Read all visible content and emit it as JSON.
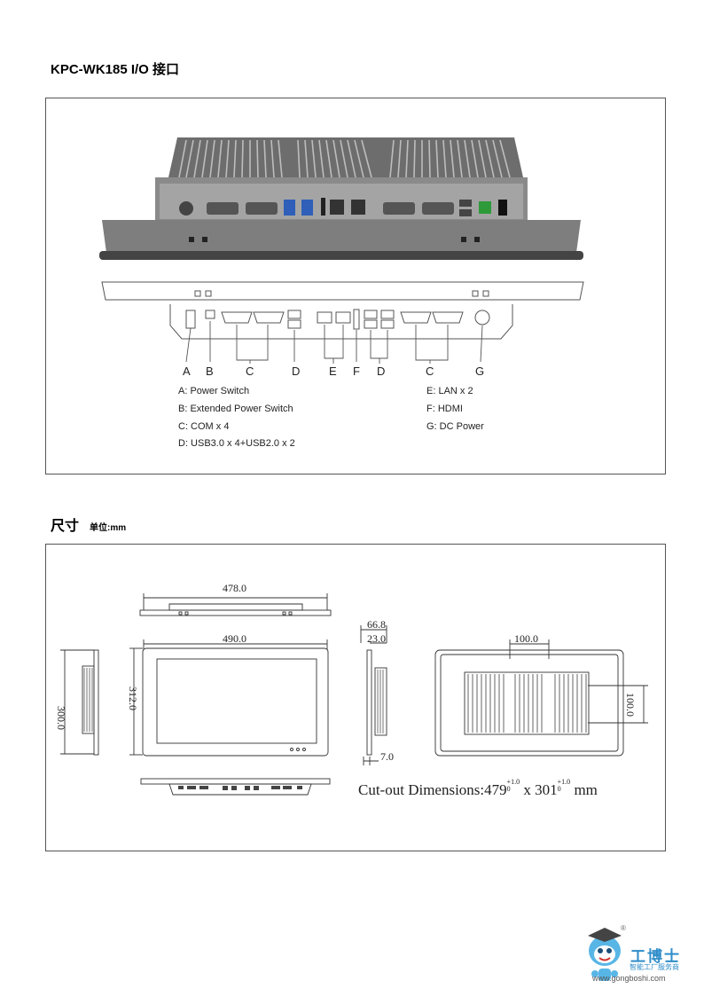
{
  "io_title": "KPC-WK185 I/O 接口",
  "dim_title": "尺寸",
  "dim_unit": "单位:mm",
  "io_letters": [
    "A",
    "B",
    "C",
    "D",
    "E",
    "F",
    "D",
    "C",
    "G"
  ],
  "legend_left": [
    "A: Power Switch",
    "B: Extended Power Switch",
    "C: COM x 4",
    "D: USB3.0 x 4+USB2.0 x 2"
  ],
  "legend_right": [
    "E: LAN x 2",
    "F: HDMI",
    "G: DC Power"
  ],
  "dims": {
    "top_width": "478.0",
    "front_width": "490.0",
    "side_height": "300.0",
    "front_height": "312.0",
    "depth_total": "66.8",
    "depth_body": "23.0",
    "depth_bottom": "7.0",
    "mount_h": "100.0",
    "mount_v": "100.0"
  },
  "cutout": {
    "prefix": "Cut-out Dimensions:479",
    "tol1": "+1.0",
    "base1": "0",
    "mid": " x 301",
    "tol2": "+1.0",
    "base2": "0",
    "suffix": " mm"
  },
  "logo": {
    "name": "工博士",
    "sub": "智能工厂服务商",
    "url": "www.gongboshi.com",
    "reg": "®"
  }
}
